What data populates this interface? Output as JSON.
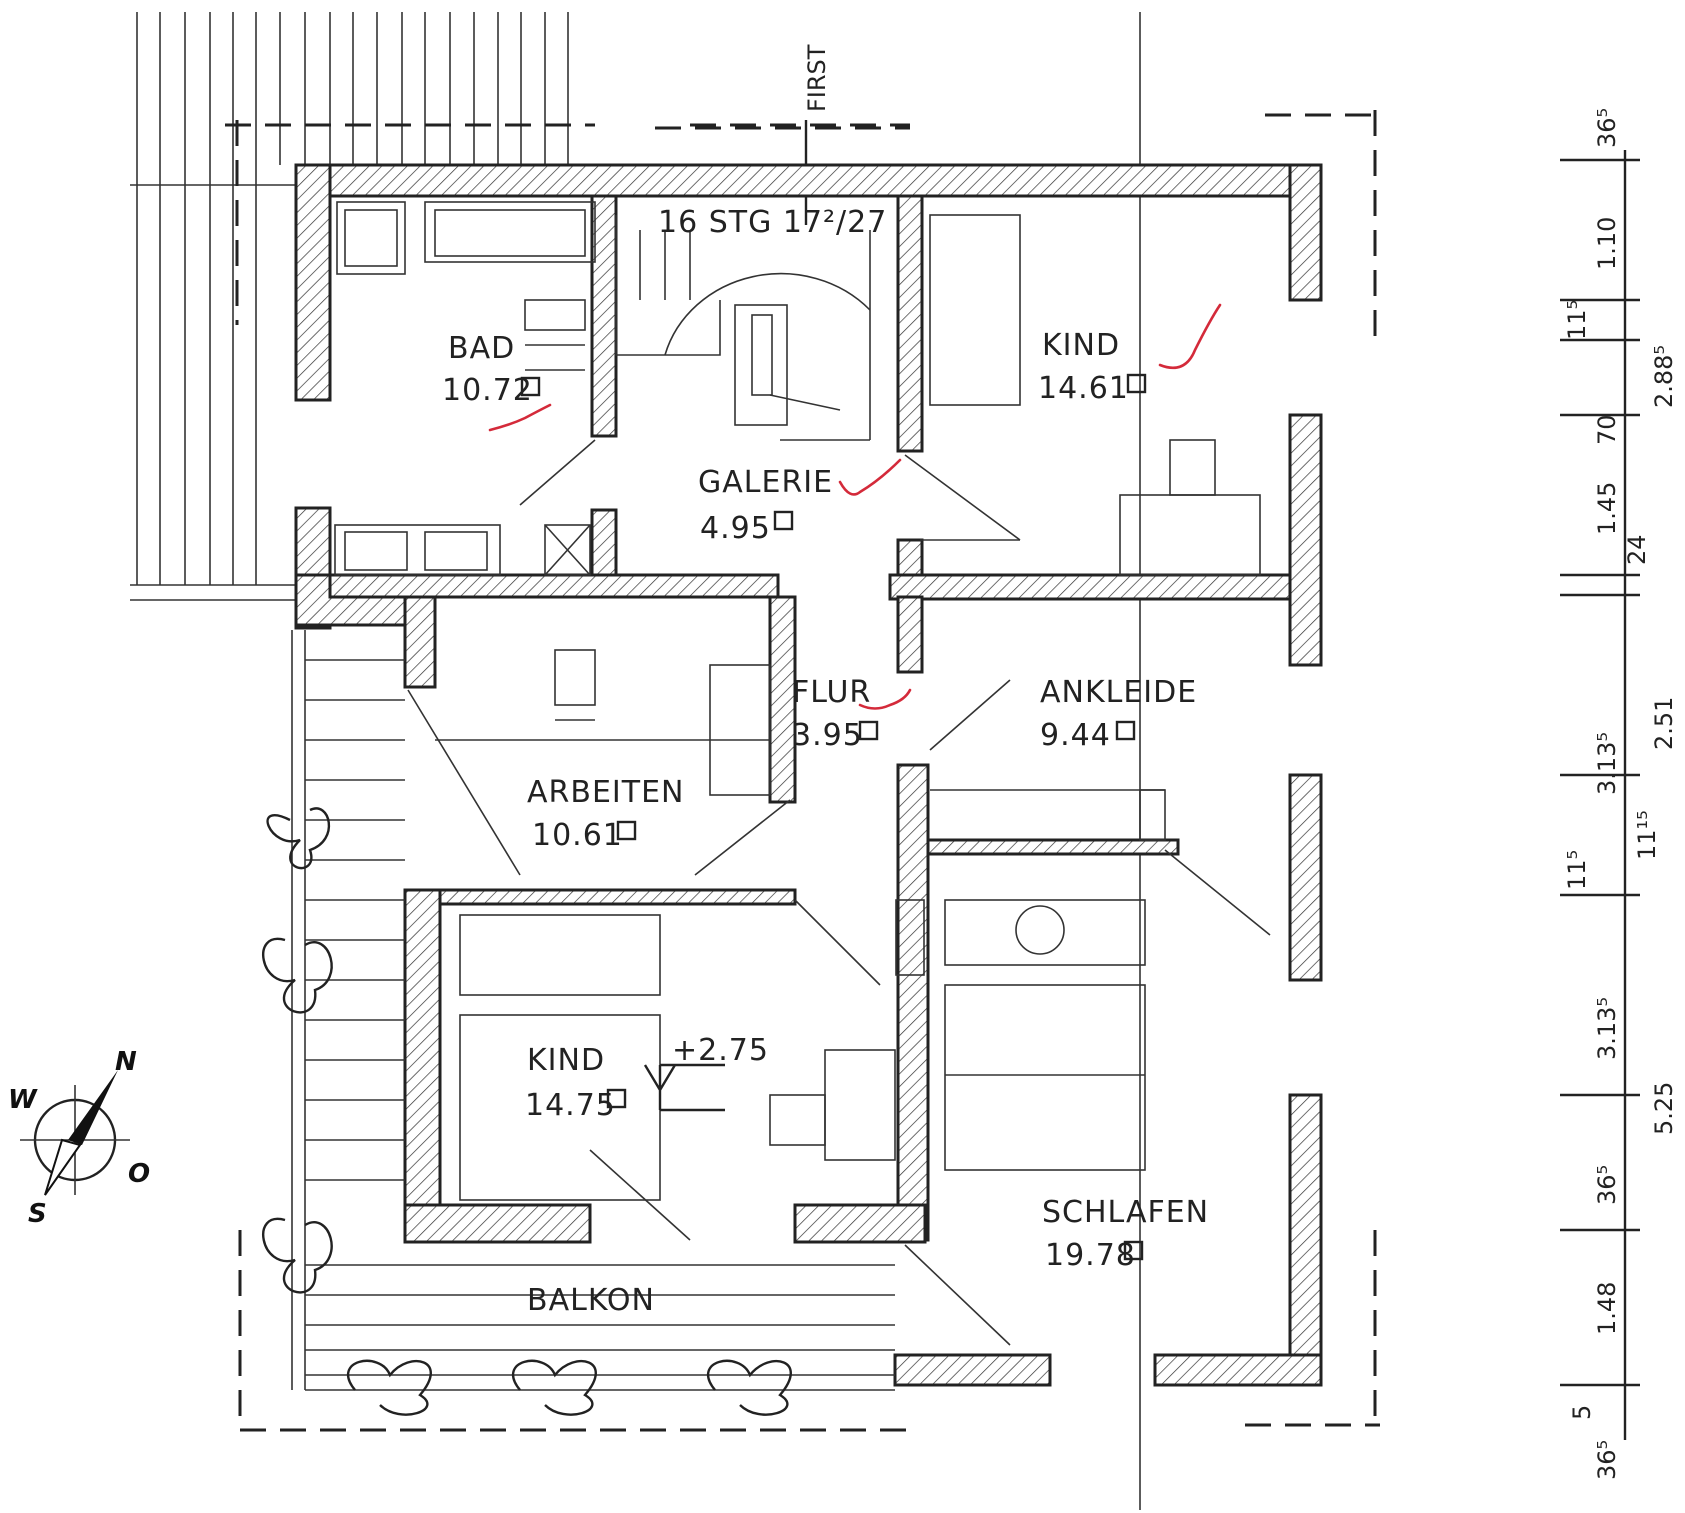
{
  "rooms": {
    "bad": {
      "name": "BAD",
      "area": "10.72"
    },
    "galerie": {
      "name": "GALERIE",
      "area": "4.95"
    },
    "kind_top": {
      "name": "KIND",
      "area": "14.61"
    },
    "arbeiten": {
      "name": "ARBEITEN",
      "area": "10.61"
    },
    "flur": {
      "name": "FLUR",
      "area": "3.95"
    },
    "ankleide": {
      "name": "ANKLEIDE",
      "area": "9.44"
    },
    "kind_bottom": {
      "name": "KIND",
      "area": "14.75"
    },
    "schlafen": {
      "name": "SCHLAFEN",
      "area": "19.78"
    },
    "balkon": {
      "name": "BALKON"
    }
  },
  "labels": {
    "stair": "16 STG 17²/27",
    "first": "FIRST",
    "level": "+2.75"
  },
  "dimensions": [
    "36⁵",
    "1.10",
    "11⁵",
    "2.88⁵",
    "70",
    "1.45",
    "24",
    "2.51",
    "3.13⁵",
    "11¹⁵",
    "11⁵",
    "3.13⁵",
    "5.25",
    "36⁵",
    "1.48",
    "5",
    "36⁵"
  ],
  "compass": {
    "n": "N",
    "o": "O",
    "s": "S",
    "w": "W"
  },
  "colors": {
    "ink": "#222222",
    "paper": "#ffffff",
    "check_marks": "#d42a3a"
  }
}
